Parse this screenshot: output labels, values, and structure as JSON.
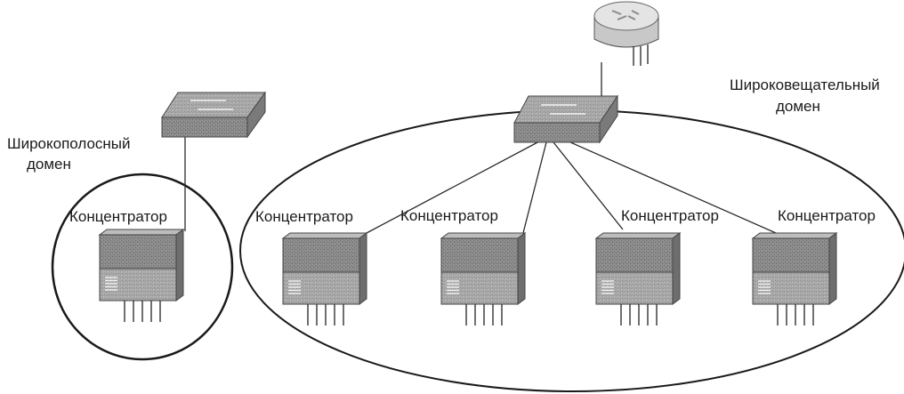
{
  "labels": {
    "broadband_domain_line1": "Широкополосный",
    "broadband_domain_line2": "домен",
    "broadcast_domain_line1": "Широковещательный",
    "broadcast_domain_line2": "домен"
  },
  "hubs": [
    {
      "label": "Концентратор"
    },
    {
      "label": "Концентратор"
    },
    {
      "label": "Концентратор"
    },
    {
      "label": "Концентратор"
    },
    {
      "label": "Концентратор"
    }
  ],
  "colors": {
    "device_dark": "#6f6f6f",
    "device_mid": "#8e8e8e",
    "device_light": "#b5b5b5",
    "router_fill": "#d9d9d9",
    "line": "#1a1a1a"
  },
  "icons": {
    "switch": "switch-icon",
    "router": "router-icon",
    "hub": "hub-icon"
  }
}
